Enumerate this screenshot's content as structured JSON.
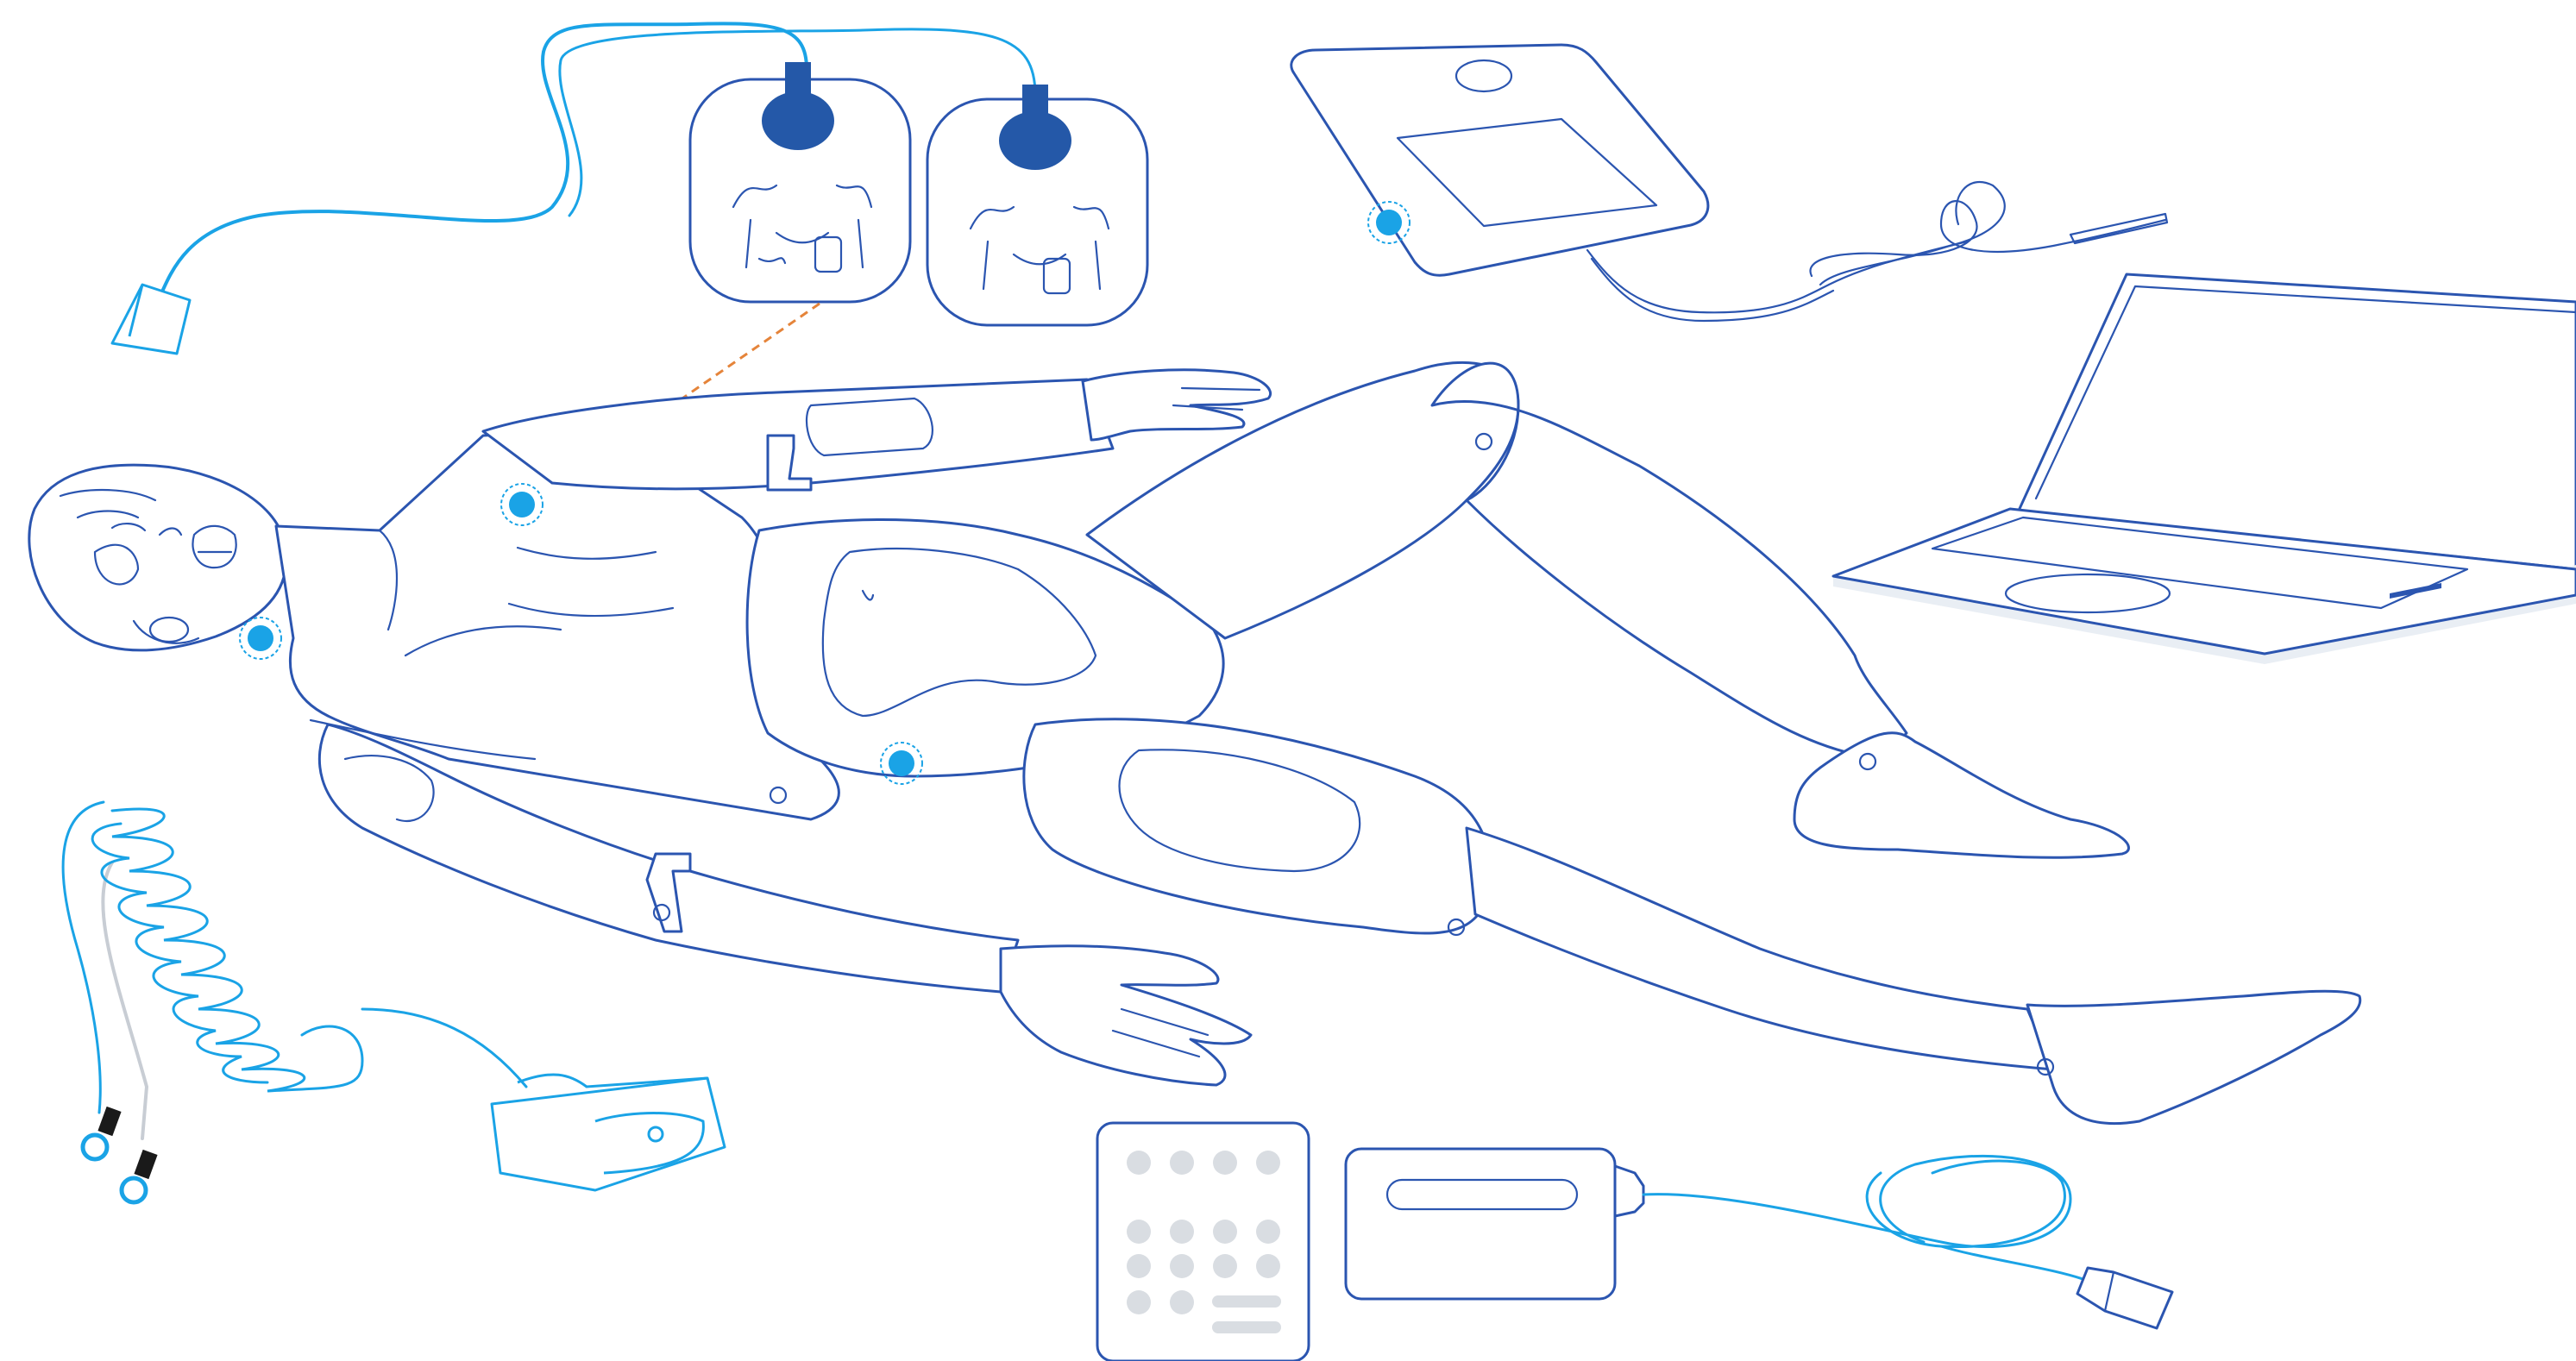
{
  "colors": {
    "outline": "#2b55b0",
    "cable": "#1aa3e6",
    "sensor_marker": "#1aa3e6",
    "connector": "#2458a8",
    "callout_line": "#e5843a",
    "background": "#ffffff"
  },
  "components": [
    {
      "id": "manikin",
      "icon": "patient-manikin-icon"
    },
    {
      "id": "defib-pads",
      "icon": "defibrillator-pads-icon"
    },
    {
      "id": "tablet",
      "icon": "tablet-icon"
    },
    {
      "id": "laptop",
      "icon": "laptop-icon"
    },
    {
      "id": "spo2-probe",
      "icon": "spo2-finger-probe-icon"
    },
    {
      "id": "keypad-remote",
      "icon": "keypad-remote-icon"
    },
    {
      "id": "link-box",
      "icon": "link-box-icon"
    }
  ],
  "sensor_markers": [
    "chest",
    "neck",
    "abdomen",
    "tablet"
  ]
}
